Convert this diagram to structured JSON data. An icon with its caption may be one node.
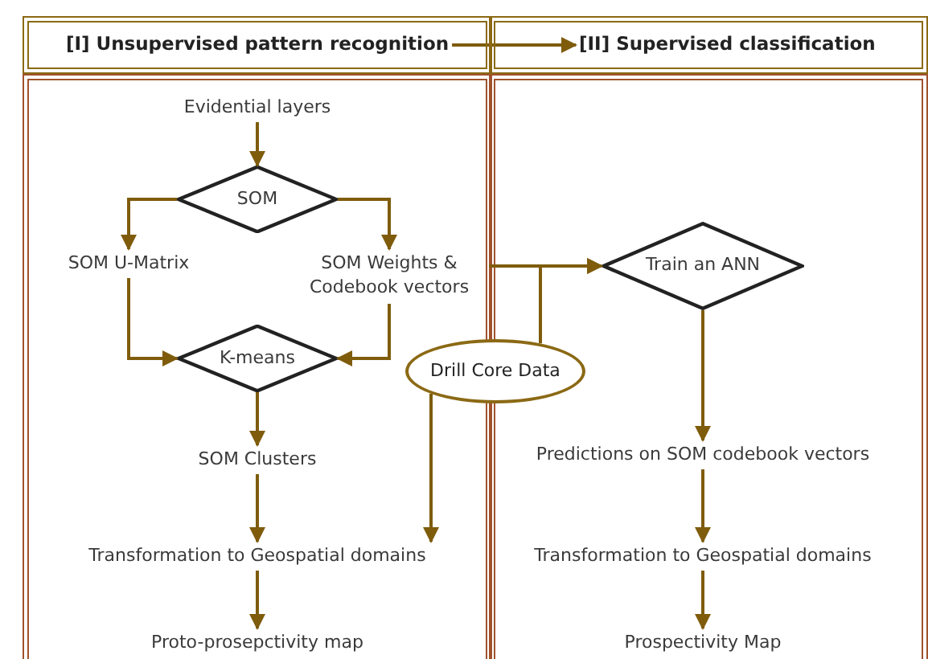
{
  "diagram": {
    "nodes": [
      {
        "text": [
          "[I] Unsupervised pattern recognition"
        ]
      },
      {
        "text": [
          "[II] Supervised classification"
        ]
      },
      {
        "text": [],
        "shape": "box"
      },
      {
        "text": [],
        "shape": "box"
      },
      {
        "text": [
          "Evidential layers"
        ],
        "in": 2
      },
      {
        "text": [
          "SOM"
        ],
        "in": 2
      },
      {
        "text": [
          "SOM U-Matrix"
        ],
        "in": 2
      },
      {
        "text": [
          "SOM Weights & Codebook vectors"
        ],
        "in": 2
      },
      {
        "text": [
          "K-means"
        ],
        "in": 2
      },
      {
        "text": [
          "SOM Clusters"
        ],
        "in": 2
      },
      {
        "text": [
          "Transformation to Geospatial domains"
        ],
        "in": 2
      },
      {
        "text": [
          "Proto-prosepctivity map"
        ],
        "in": 2
      },
      {
        "text": [
          "Drill Core Data"
        ]
      },
      {
        "text": [
          "Train an ANN"
        ],
        "in": 3
      },
      {
        "text": [
          "Predictions on SOM codebook vectors"
        ],
        "in": 3
      },
      {
        "text": [
          "Transformation to Geospatial domains"
        ],
        "in": 3
      },
      {
        "text": [
          "Prospectivity Map"
        ],
        "in": 3
      }
    ],
    "edges": [
      {
        "from": 0,
        "to": 1,
        "arrow": "to"
      },
      {
        "from": 4,
        "to": 5,
        "arrow": "to"
      },
      {
        "from": 5,
        "to": 6,
        "arrow": "to"
      },
      {
        "from": 5,
        "to": 7,
        "arrow": "to"
      },
      {
        "from": 6,
        "to": 8,
        "arrow": "to"
      },
      {
        "from": 7,
        "to": 8,
        "arrow": "to"
      },
      {
        "from": 8,
        "to": 9,
        "arrow": "to"
      },
      {
        "from": 9,
        "to": 10,
        "arrow": "to"
      },
      {
        "from": 10,
        "to": 11,
        "arrow": "to"
      },
      {
        "from": 7,
        "to": 13,
        "arrow": "to"
      },
      {
        "from": 12,
        "to": 13,
        "arrow": "to"
      },
      {
        "from": 12,
        "to": 10,
        "arrow": "to"
      },
      {
        "from": 13,
        "to": 14,
        "arrow": "to"
      },
      {
        "from": 14,
        "to": 15,
        "arrow": "to"
      },
      {
        "from": 15,
        "to": 16,
        "arrow": "to"
      }
    ]
  }
}
